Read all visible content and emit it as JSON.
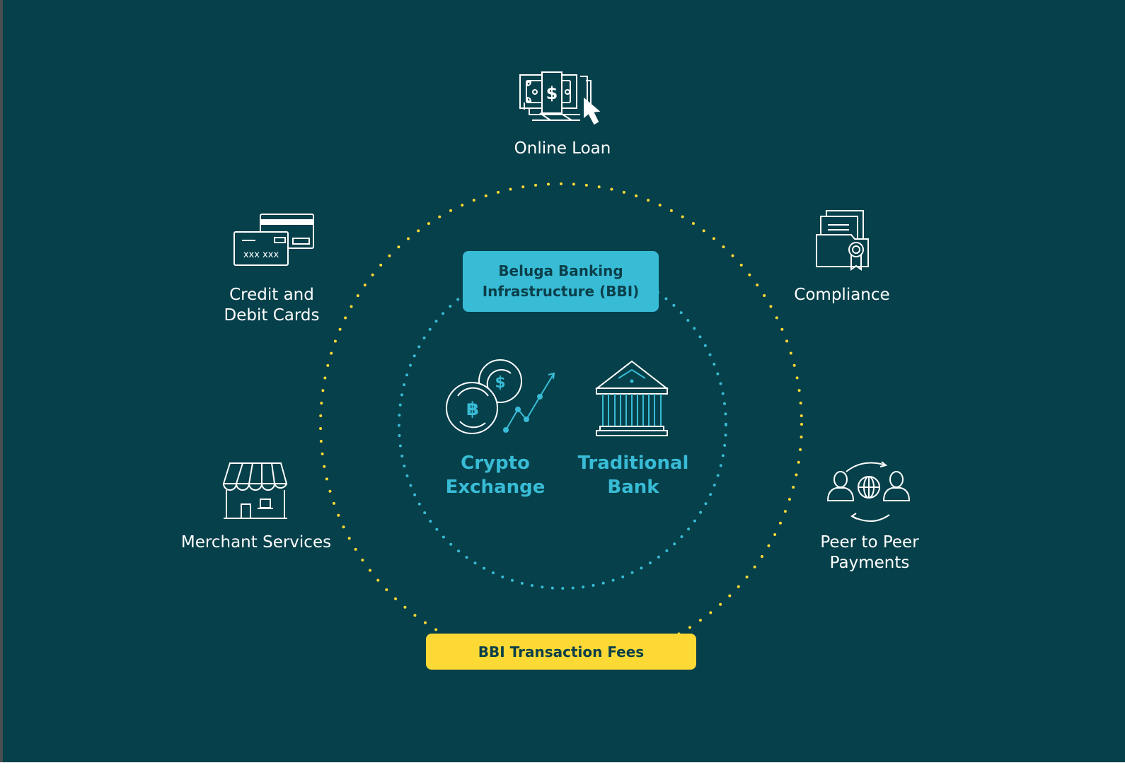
{
  "colors": {
    "background": "#06404a",
    "accent_cyan": "#38bcd6",
    "accent_yellow": "#fcd934",
    "box_text": "#0b3f4a",
    "icon_stroke": "#ffffff"
  },
  "outer_items": [
    {
      "id": "online-loan",
      "label": "Online Loan",
      "icon": "money-cursor-icon"
    },
    {
      "id": "credit-debit-cards",
      "label": "Credit and\nDebit Cards",
      "label_line1": "Credit and",
      "label_line2": "Debit Cards",
      "icon": "credit-cards-icon"
    },
    {
      "id": "compliance",
      "label": "Compliance",
      "icon": "certified-folder-icon"
    },
    {
      "id": "merchant-services",
      "label": "Merchant Services",
      "icon": "storefront-icon"
    },
    {
      "id": "peer-to-peer",
      "label_line1": "Peer to Peer",
      "label_line2": "Payments",
      "icon": "p2p-globe-icon"
    }
  ],
  "core": {
    "infrastructure_box": {
      "line1": "Beluga Banking",
      "line2": "Infrastructure (BBI)"
    },
    "crypto": {
      "line1": "Crypto",
      "line2": "Exchange",
      "icon": "crypto-coins-chart-icon"
    },
    "bank": {
      "line1": "Traditional",
      "line2": "Bank",
      "icon": "bank-building-icon"
    }
  },
  "fees_box": {
    "label": "BBI Transaction Fees"
  }
}
